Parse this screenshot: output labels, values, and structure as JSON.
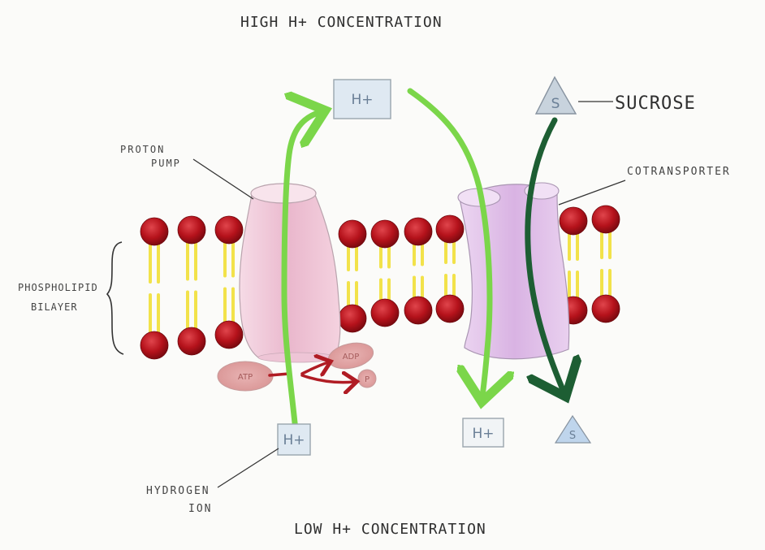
{
  "labels": {
    "high_concentration": "High H+ Concentration",
    "low_concentration": "Low H+ Concentration",
    "sucrose": "Sucrose",
    "cotransporter": "Cotransporter",
    "proton_pump_line1": "Proton",
    "proton_pump_line2": "Pump",
    "bilayer_line1": "Phospholipid",
    "bilayer_line2": "Bilayer",
    "hydrogen_line1": "Hydrogen",
    "hydrogen_line2": "Ion"
  },
  "ions": {
    "h_plus_top": "H+",
    "h_plus_bottom_left": "H+",
    "h_plus_bottom_right": "H+"
  },
  "sucrose_symbols": {
    "top": "S",
    "bottom": "S"
  },
  "energy": {
    "atp": "ATP",
    "adp": "ADP",
    "p": "P"
  },
  "colors": {
    "phospholipid_head": "#b5121b",
    "lipid_tail": "#f2e24a",
    "proton_pump": "#f0c9d9",
    "cotransporter": "#e2c5ea",
    "h_ion_arrow": "#7bd64a",
    "sucrose_arrow": "#1d5e33",
    "atp_arrow": "#b01c24",
    "ion_box": "#dfe9f2"
  }
}
